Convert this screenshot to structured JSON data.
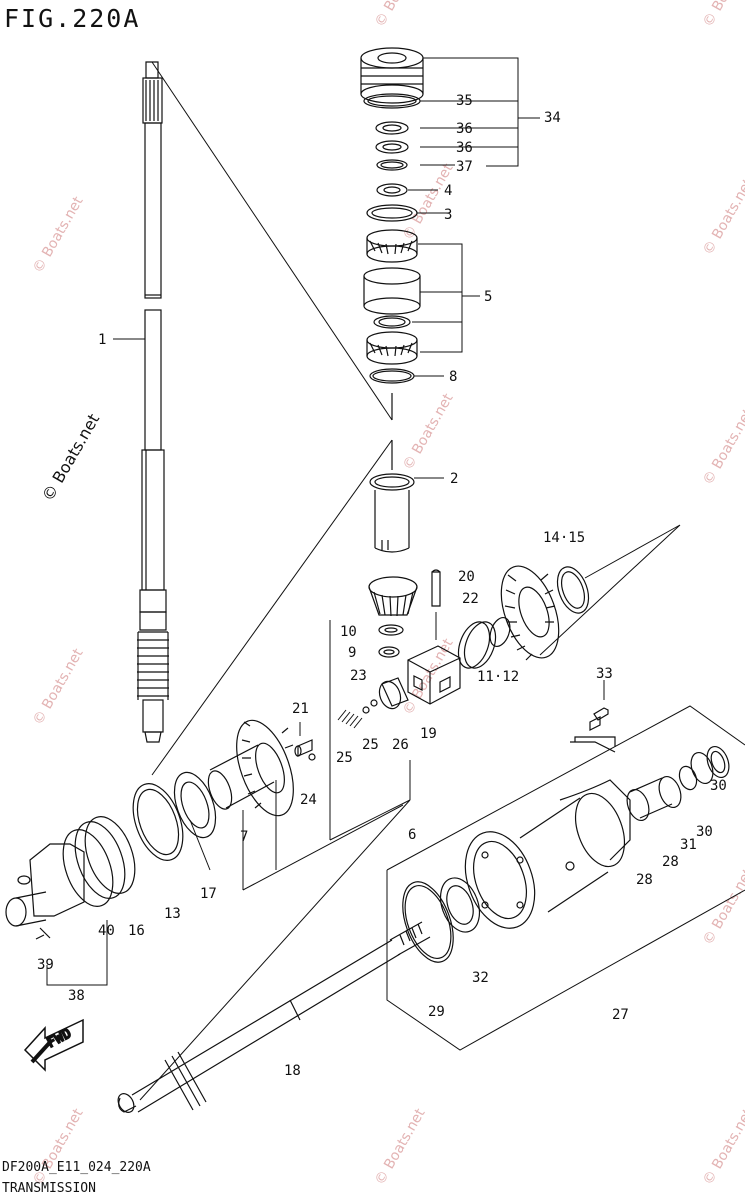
{
  "figure_title": "FIG.220A",
  "footer": {
    "code": "DF200A_E11_024_220A",
    "name": "TRANSMISSION"
  },
  "watermark": "© Boats.net",
  "fwd_label": "FWD",
  "callouts": [
    "1",
    "2",
    "3",
    "4",
    "5",
    "6",
    "7",
    "8",
    "9",
    "10",
    "11·12",
    "13",
    "14·15",
    "16",
    "17",
    "18",
    "19",
    "20",
    "21",
    "22",
    "23",
    "24",
    "25",
    "25",
    "26",
    "27",
    "28",
    "28",
    "29",
    "30",
    "30",
    "31",
    "32",
    "33",
    "34",
    "35",
    "36",
    "36",
    "37",
    "38",
    "39",
    "40"
  ]
}
